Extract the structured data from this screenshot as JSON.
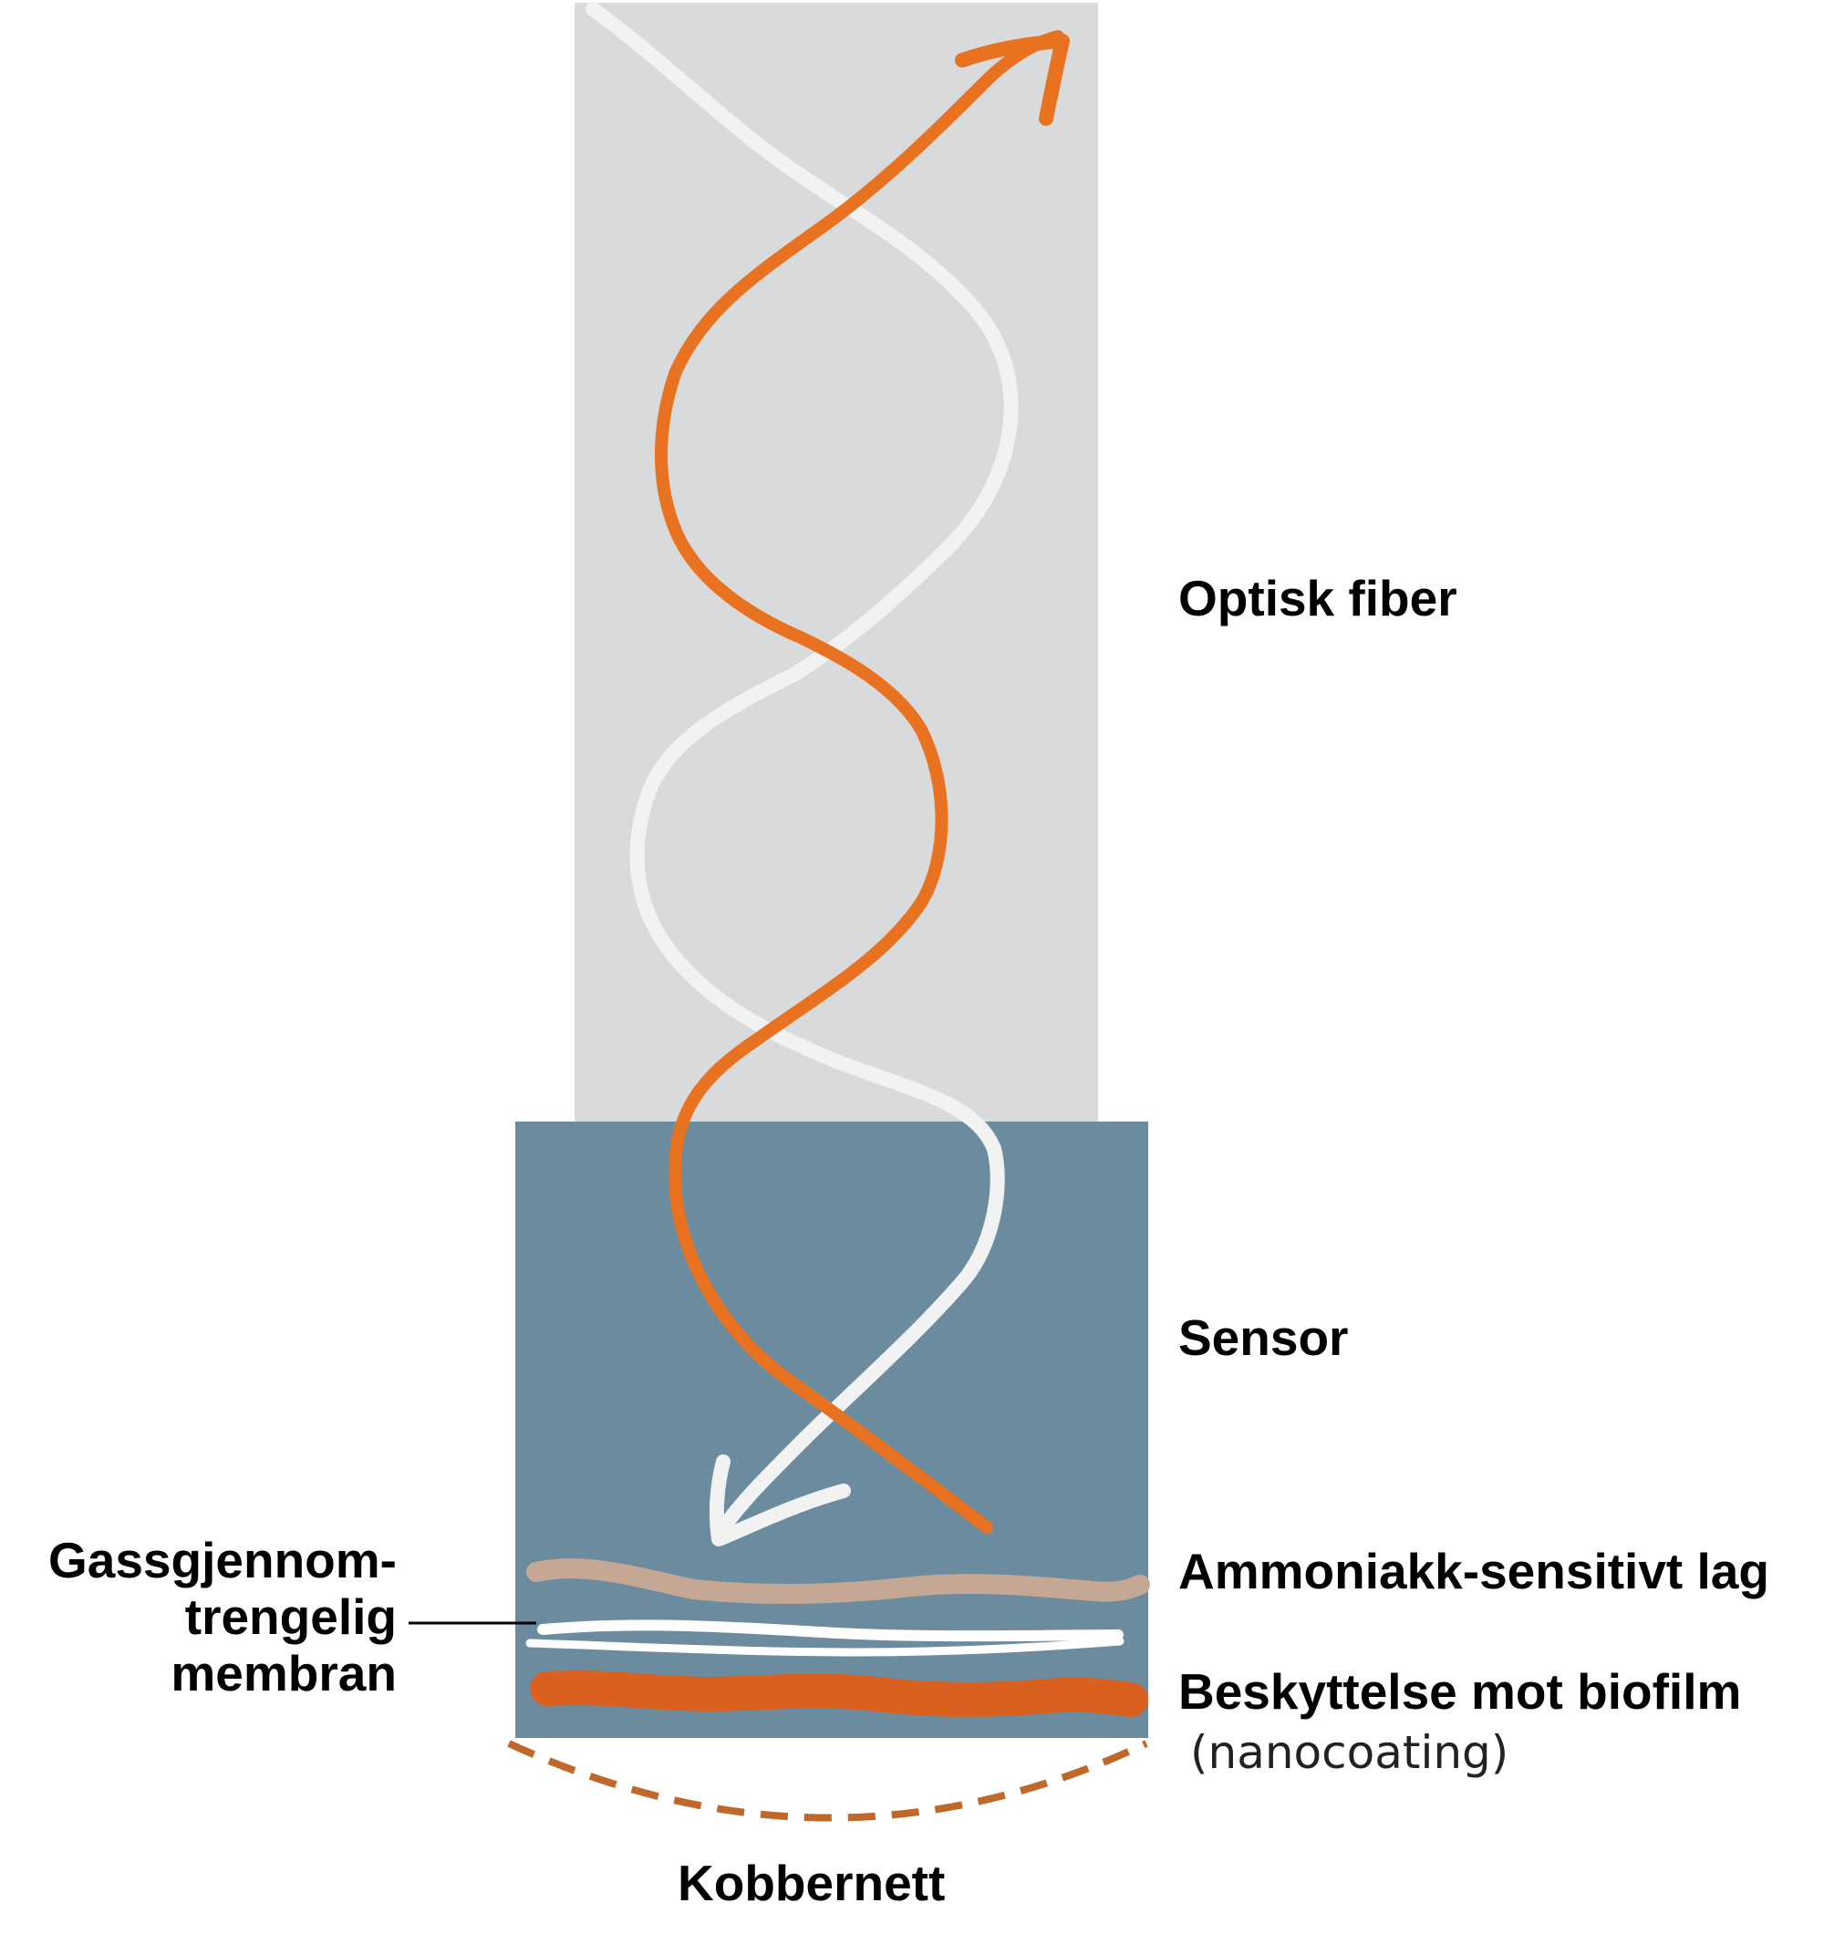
{
  "labels": {
    "optical_fiber": "Optisk fiber",
    "sensor": "Sensor",
    "membrane_lines": [
      "Gassgjennom-",
      "trengelig",
      "membran"
    ],
    "ammonia_layer": "Ammoniakk-sensitivt lag",
    "biofilm_protection": "Beskyttelse mot biofilm",
    "biofilm_note": "(nanocoating)",
    "copper_mesh": "Kobbernett"
  },
  "colors": {
    "fiber": "#d9dadc",
    "sensor": "#6b8c9e",
    "light_in": "#e8721f",
    "light_out": "#f2f2f2",
    "ammonia_layer": "#c4a895",
    "membrane": "#ffffff",
    "biofilm_layer": "#d9601e",
    "copper_mesh": "#c0682a"
  }
}
